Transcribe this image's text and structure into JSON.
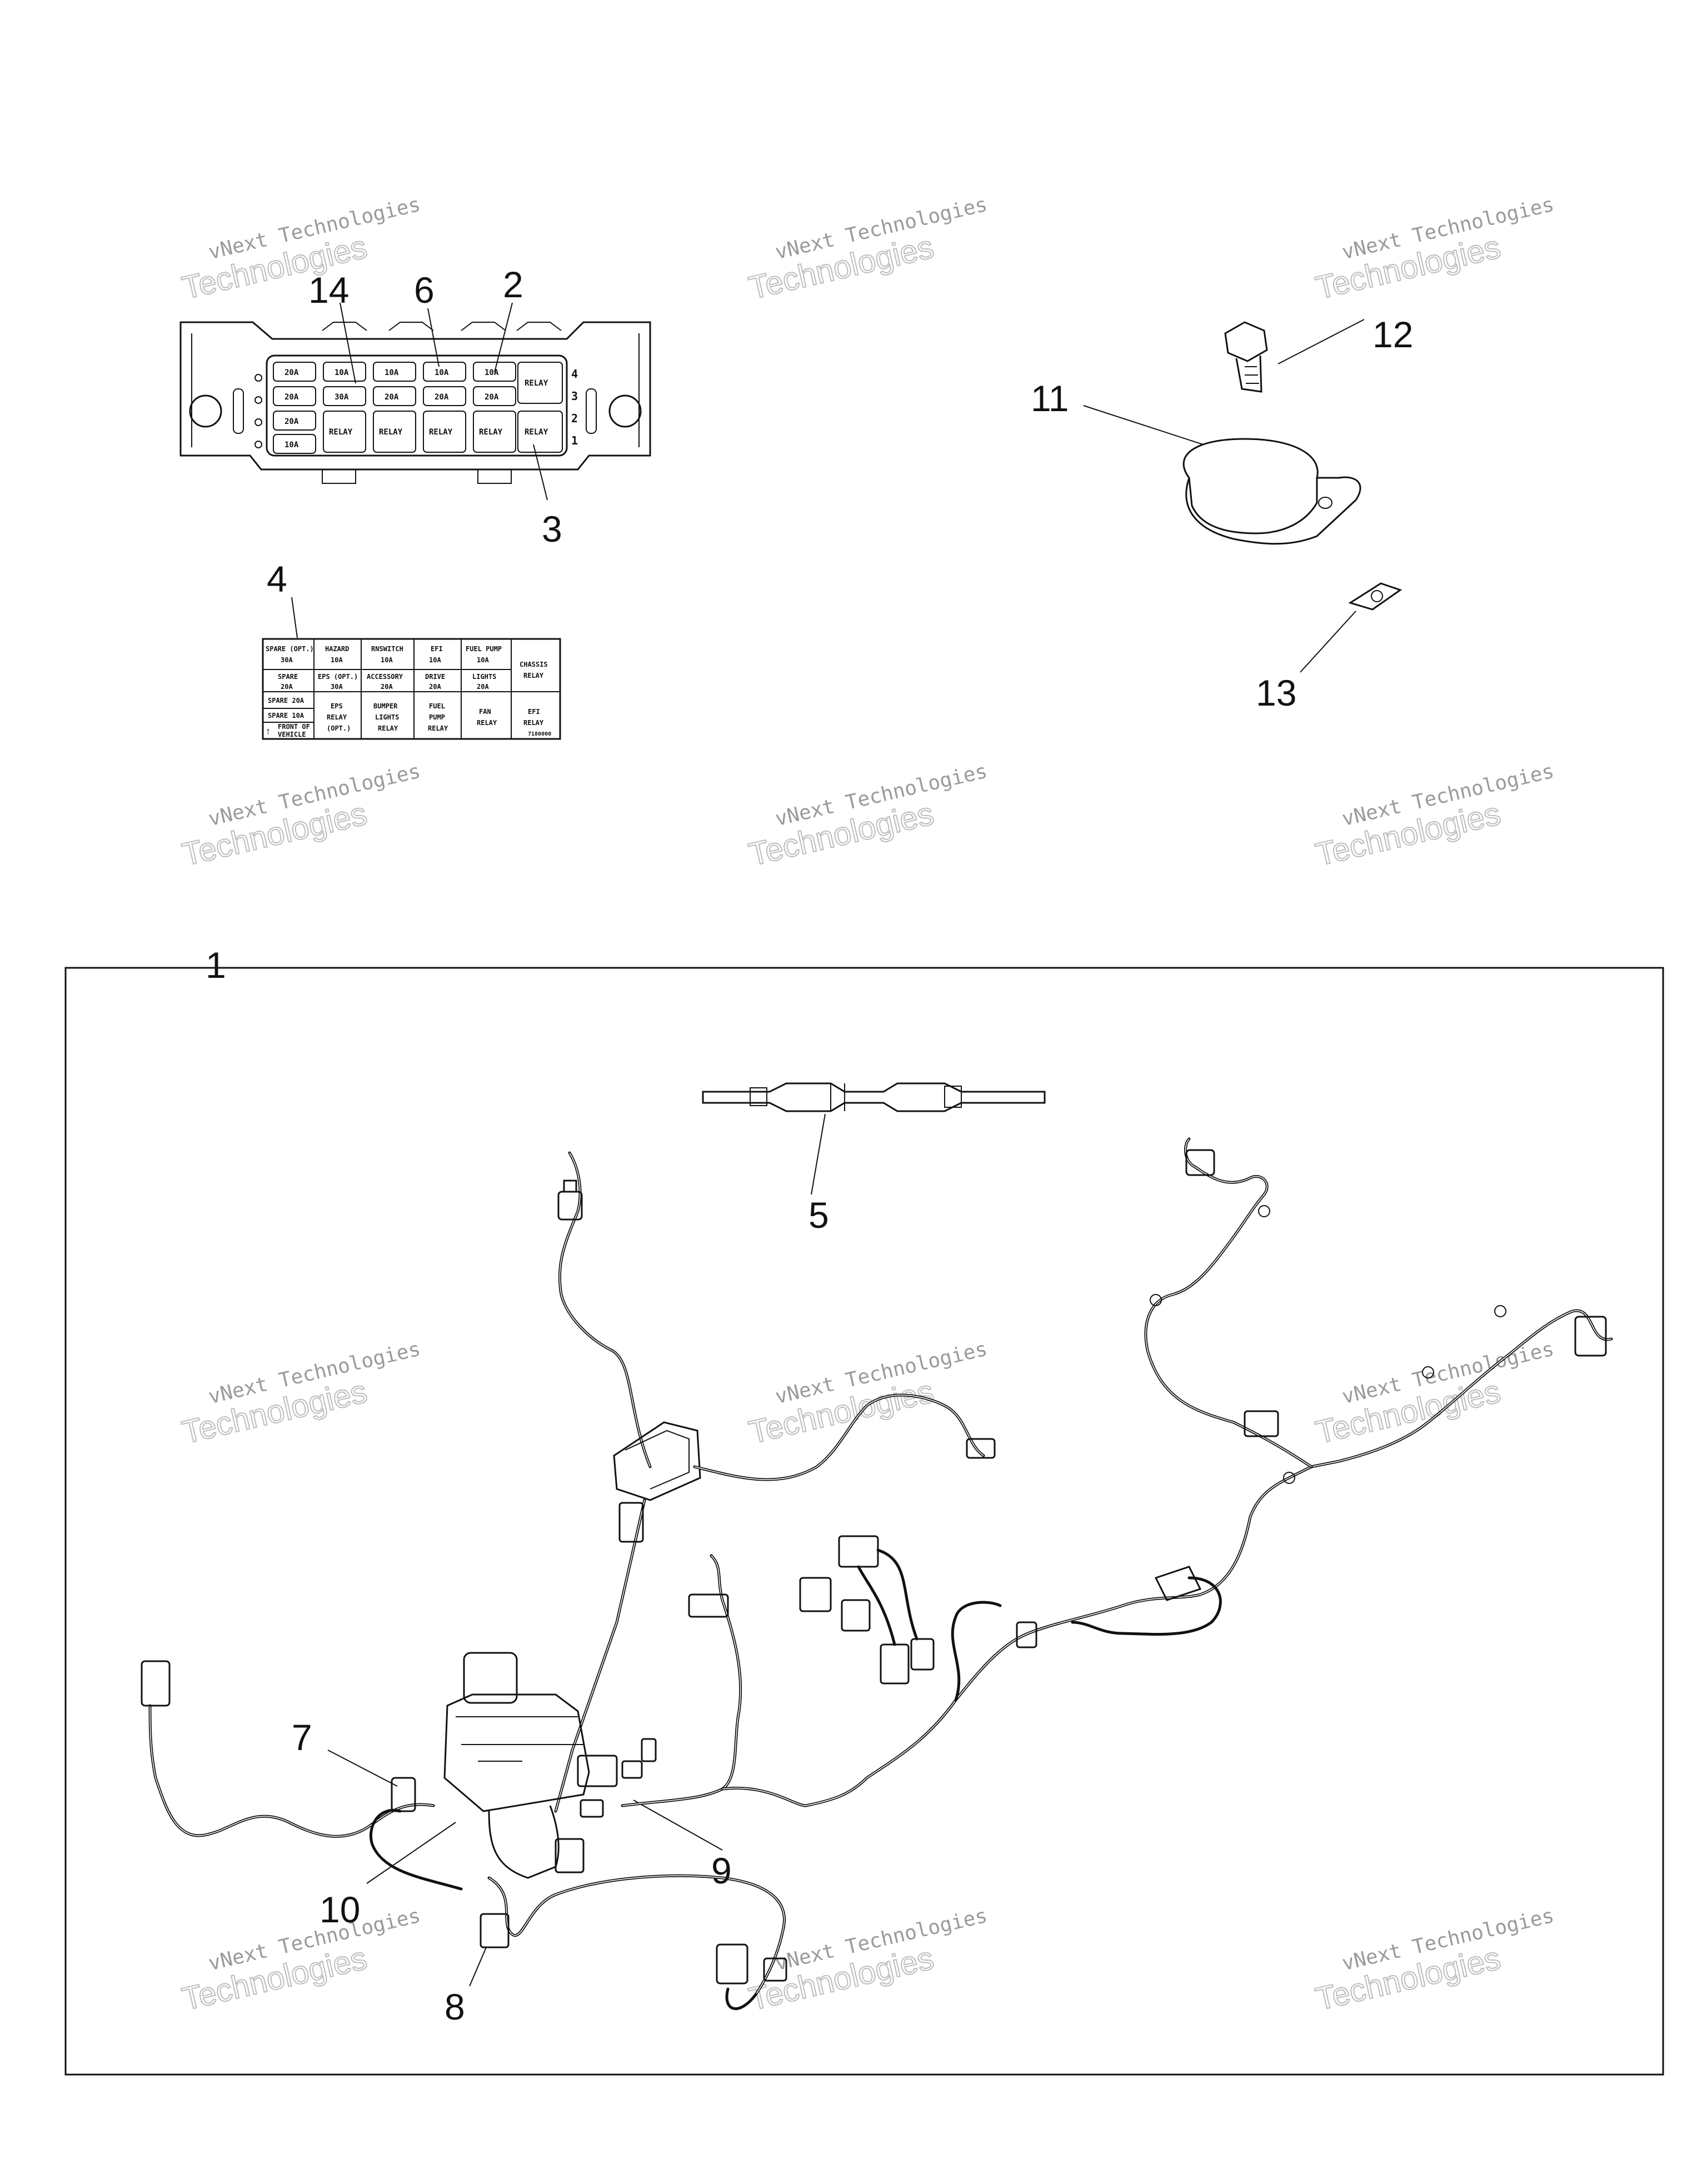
{
  "callouts": {
    "c1": "1",
    "c2": "2",
    "c3": "3",
    "c4": "4",
    "c5": "5",
    "c6": "6",
    "c7": "7",
    "c8": "8",
    "c9": "9",
    "c10": "10",
    "c11": "11",
    "c12": "12",
    "c13": "13",
    "c14": "14"
  },
  "watermark": {
    "line1": "vNext Technologies",
    "line2": "Technologies"
  },
  "fuse_box": {
    "row1": [
      "20A",
      "10A",
      "10A",
      "10A",
      "10A",
      "RELAY"
    ],
    "row2": [
      "20A",
      "30A",
      "20A",
      "20A",
      "20A"
    ],
    "row3": [
      "20A",
      "RELAY",
      "RELAY",
      "RELAY",
      "RELAY",
      "RELAY"
    ],
    "row4": [
      "10A"
    ],
    "side_numbers": [
      "4",
      "3",
      "2",
      "1"
    ]
  },
  "fuse_label": {
    "r1": [
      "SPARE (OPT.)",
      "30A",
      "HAZARD",
      "10A",
      "RNSWITCH",
      "10A",
      "EFI",
      "10A",
      "FUEL PUMP",
      "10A",
      "CHASSIS",
      "RELAY"
    ],
    "r2": [
      "SPARE",
      "20A",
      "EPS (OPT.)",
      "30A",
      "ACCESSORY",
      "20A",
      "DRIVE",
      "20A",
      "LIGHTS",
      "20A"
    ],
    "r3": [
      "SPARE 20A",
      "SPARE 10A",
      "FRONT OF",
      "VEHICLE",
      "EPS",
      "RELAY",
      "(OPT.)",
      "BUMPER",
      "LIGHTS",
      "RELAY",
      "FUEL",
      "PUMP",
      "RELAY",
      "FAN",
      "RELAY",
      "EFI",
      "RELAY"
    ],
    "part_no": "7180000"
  }
}
